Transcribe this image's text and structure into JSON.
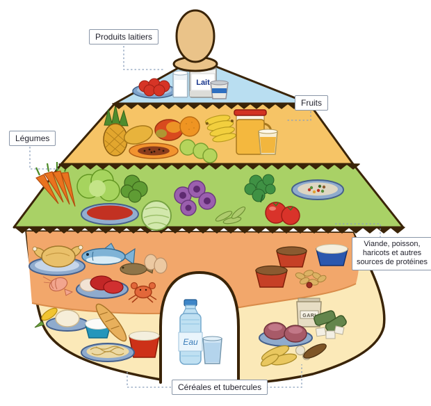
{
  "labels": {
    "dairy": "Produits laitiers",
    "fruits": "Fruits",
    "vegetables": "Légumes",
    "protein": "Viande, poisson,\nharicots et autres\nsources de protéines",
    "cereals": "Céréales et tubercules"
  },
  "products": {
    "milk_can": "Lait",
    "water_bottle": "Eau",
    "gari_bag": "GARI"
  },
  "colors": {
    "dairy_tier": "#b9def1",
    "fruit_tier": "#f6c466",
    "vegetable_tier": "#a9d166",
    "protein_tier": "#f2a76b",
    "cereal_tier": "#fbe9b8",
    "outline": "#3a2408",
    "finial": "#eac389",
    "label_border": "#8a96a8",
    "connector": "#8ba0bc",
    "plate_blue": "#8fabcd",
    "tomato_red": "#d9332a"
  },
  "tiers": {
    "dairy": {
      "label": "Produits laitiers",
      "items": [
        "plate of tomatoes",
        "glass of milk",
        "tin of milk",
        "yogurt pot"
      ]
    },
    "fruits": {
      "label": "Fruits",
      "items": [
        "pineapple",
        "papaya",
        "mango",
        "orange",
        "bananas",
        "guavas",
        "jug of juice",
        "glass of juice"
      ]
    },
    "vegetables": {
      "label": "Légumes",
      "items": [
        "carrots",
        "lettuce",
        "leafy greens",
        "bowl of tomato sauce",
        "cabbage",
        "eggplants",
        "okra pods",
        "parsley",
        "tomatoes",
        "plate of mixed vegetables"
      ]
    },
    "protein": {
      "label": "Viande, poisson, haricots et autres sources de protéines",
      "items": [
        "roast chicken on plate",
        "fish",
        "dried fish",
        "eggs",
        "shrimp",
        "plate of meat",
        "crab",
        "bowls of beans",
        "bowl of milk",
        "groundnuts"
      ]
    },
    "cereals": {
      "label": "Céréales et tubercules",
      "items": [
        "corn cob",
        "fufu on plate",
        "bowl of rice",
        "baguette",
        "red bowl of porridge",
        "plate of noodles",
        "bag of gari",
        "leaf-wrapped parcels",
        "white cubes",
        "plate of tubers",
        "cassava",
        "onions",
        "yam"
      ]
    },
    "water": {
      "items": [
        "bottle of water",
        "glass of water"
      ]
    }
  }
}
